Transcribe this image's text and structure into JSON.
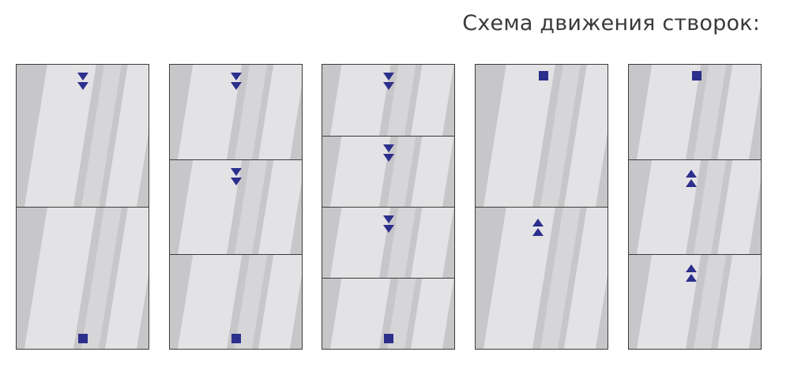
{
  "header": {
    "title": "Схема движения створок:"
  },
  "colors": {
    "frame": "#3b3b3b",
    "glass_base": "#c7c7c9",
    "glass_light": "#e3e3e5",
    "glass_mid": "#d6d6d8",
    "marker": "#2c2f8c"
  },
  "schemes": [
    {
      "panels": [
        {
          "marker": "double-arrow-down"
        },
        {
          "marker": "fixed-square"
        }
      ]
    },
    {
      "panels": [
        {
          "marker": "double-arrow-down"
        },
        {
          "marker": "double-arrow-down"
        },
        {
          "marker": "fixed-square"
        }
      ]
    },
    {
      "panels": [
        {
          "marker": "double-arrow-down"
        },
        {
          "marker": "double-arrow-down"
        },
        {
          "marker": "double-arrow-down"
        },
        {
          "marker": "fixed-square"
        }
      ]
    },
    {
      "panels": [
        {
          "marker": "fixed-square"
        },
        {
          "marker": "double-arrow-up"
        }
      ]
    },
    {
      "panels": [
        {
          "marker": "fixed-square"
        },
        {
          "marker": "double-arrow-up"
        },
        {
          "marker": "double-arrow-up"
        }
      ]
    }
  ]
}
